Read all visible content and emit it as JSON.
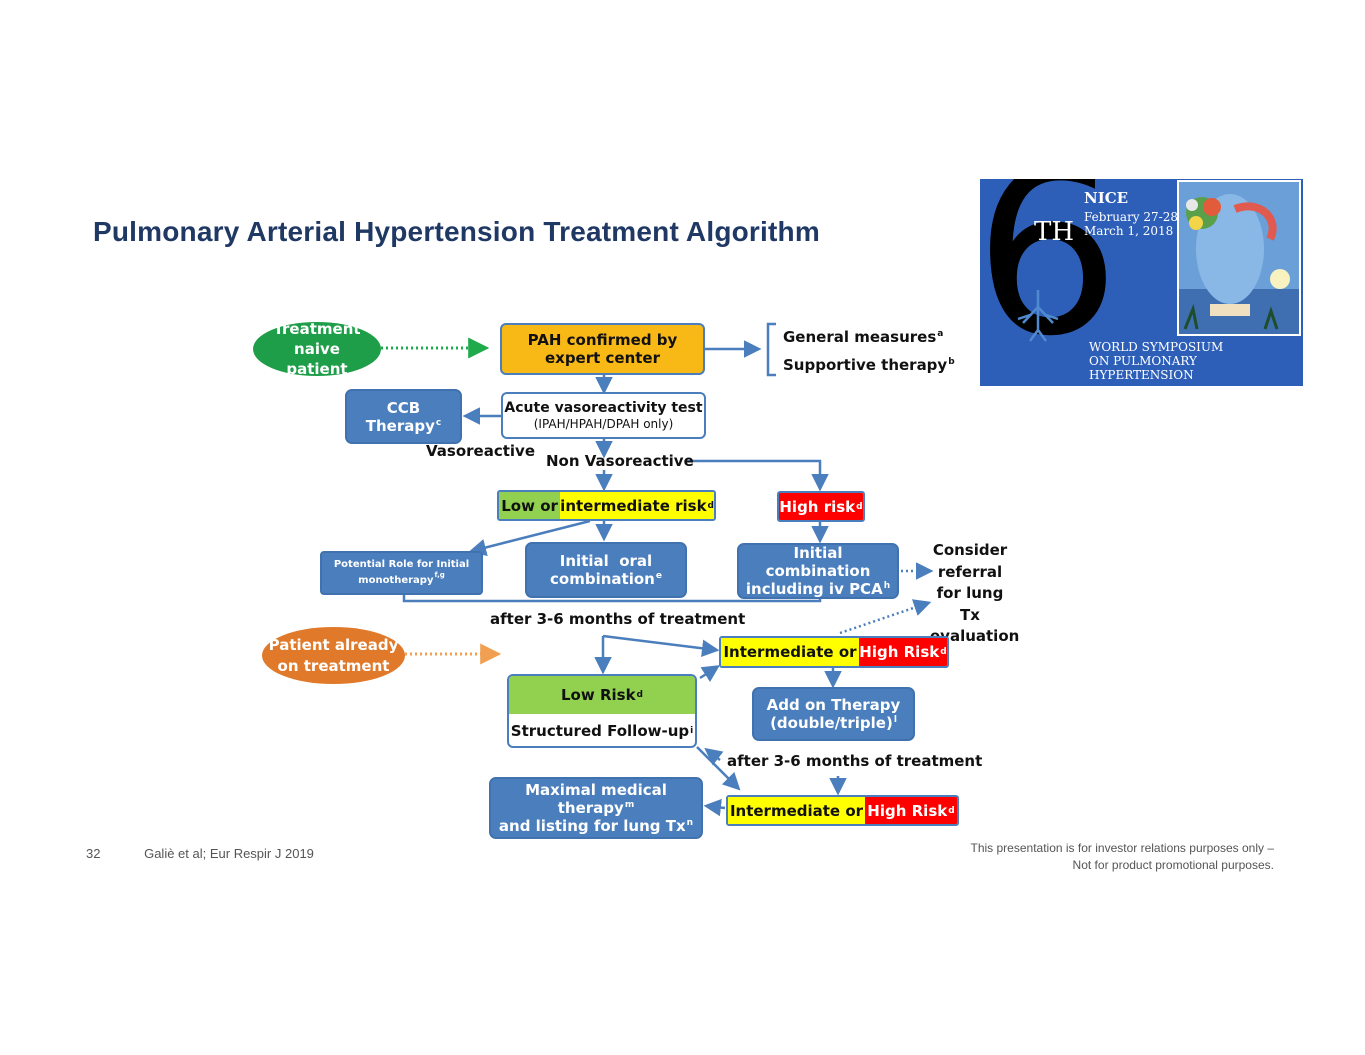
{
  "slide": {
    "title": "Pulmonary Arterial Hypertension Treatment Algorithm",
    "page_number": "32",
    "citation": "Galiè et al; Eur Respir J 2019",
    "disclaimer_line1": "This presentation is for investor relations purposes only –",
    "disclaimer_line2": "Not for product promotional purposes."
  },
  "logo": {
    "number": "6",
    "th": "TH",
    "city": "NICE",
    "date1": "February 27-28",
    "date2": "March 1, 2018",
    "line1": "WORLD SYMPOSIUM",
    "line2": "ON PULMONARY HYPERTENSION"
  },
  "flow": {
    "treatment_naive": {
      "line1": "Treatment naive",
      "line2": "patient"
    },
    "pah_confirmed": {
      "line1": "PAH confirmed by",
      "line2": "expert center"
    },
    "general_measures": {
      "text": "General measures",
      "sup": "a"
    },
    "supportive_therapy": {
      "text": "Supportive therapy",
      "sup": "b"
    },
    "ccb": {
      "text": "CCB Therapy",
      "sup": "c"
    },
    "vasoreactivity": {
      "line1": "Acute vasoreactivity test",
      "line2": "(IPAH/HPAH/DPAH only)"
    },
    "vasoreactive": "Vasoreactive",
    "non_vasoreactive": "Non Vasoreactive",
    "low_inter": {
      "left": "Low or",
      "right": "intermediate risk",
      "sup": "d"
    },
    "high_risk": {
      "text": "High risk",
      "sup": "d"
    },
    "potential_role": {
      "line1": "Potential Role for Initial",
      "line2": "monotherapy",
      "sup": "f,g"
    },
    "initial_oral": {
      "line1": "Initial  oral",
      "line2": "combination",
      "sup": "e"
    },
    "initial_combo": {
      "line1": "Initial combination",
      "line2": "including iv PCA",
      "sup": "h"
    },
    "consider_referral": {
      "line1": "Consider",
      "line2": "referral",
      "line3": "for lung Tx",
      "line4": "evaluation"
    },
    "after_months_1": "after 3-6 months of treatment",
    "patient_already": {
      "line1": "Patient already",
      "line2": "on treatment"
    },
    "inter_high_1": {
      "left": "Intermediate or",
      "right": "High Risk",
      "sup": "d"
    },
    "low_risk": {
      "text": "Low Risk",
      "sup": "d"
    },
    "structured": {
      "text": "Structured Follow-up",
      "sup": "i"
    },
    "add_on": {
      "line1": "Add on Therapy",
      "line2": "(double/triple)",
      "sup": "l"
    },
    "after_months_2": "after 3-6 months of treatment",
    "maximal": {
      "line1": "Maximal medical therapy",
      "sup1": "m",
      "line2": "and listing for lung Tx",
      "sup2": "n"
    },
    "inter_high_2": {
      "left": "Intermediate or",
      "right": "High Risk",
      "sup": "d"
    }
  },
  "colors": {
    "title": "#1f3864",
    "blue_box": "#4b7ebd",
    "orange": "#f8b816",
    "green": "#92d050",
    "yellow": "#ffff00",
    "red": "#ff0000",
    "naive_ellipse": "#1f9e4a",
    "already_ellipse": "#e07a2a"
  }
}
